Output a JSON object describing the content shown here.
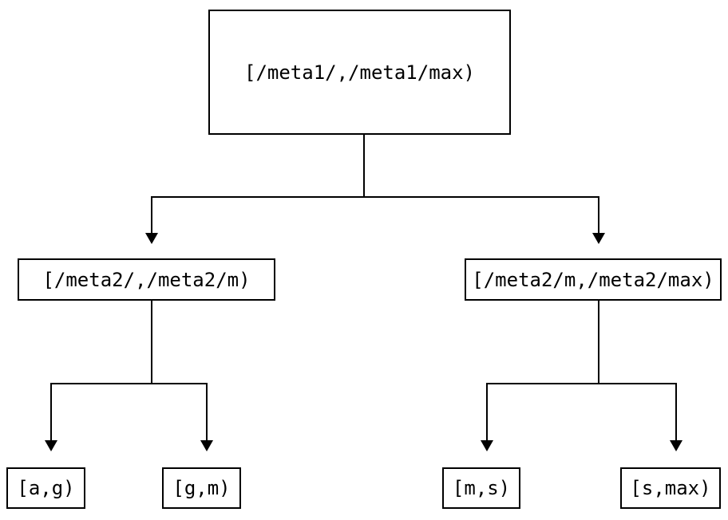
{
  "tree": {
    "root": {
      "label": "[/meta1/,/meta1/max)"
    },
    "branches": [
      {
        "label": "[/meta2/,/meta2/m)"
      },
      {
        "label": "[/meta2/m,/meta2/max)"
      }
    ],
    "leaves": [
      {
        "label": "[a,g)"
      },
      {
        "label": "[g,m)"
      },
      {
        "label": "[m,s)"
      },
      {
        "label": "[s,max)"
      }
    ]
  },
  "colors": {
    "line": "#000000",
    "arrowhead": "#000000",
    "text": "#000000",
    "node_background": "#ffffff",
    "page_background": "#ffffff"
  }
}
